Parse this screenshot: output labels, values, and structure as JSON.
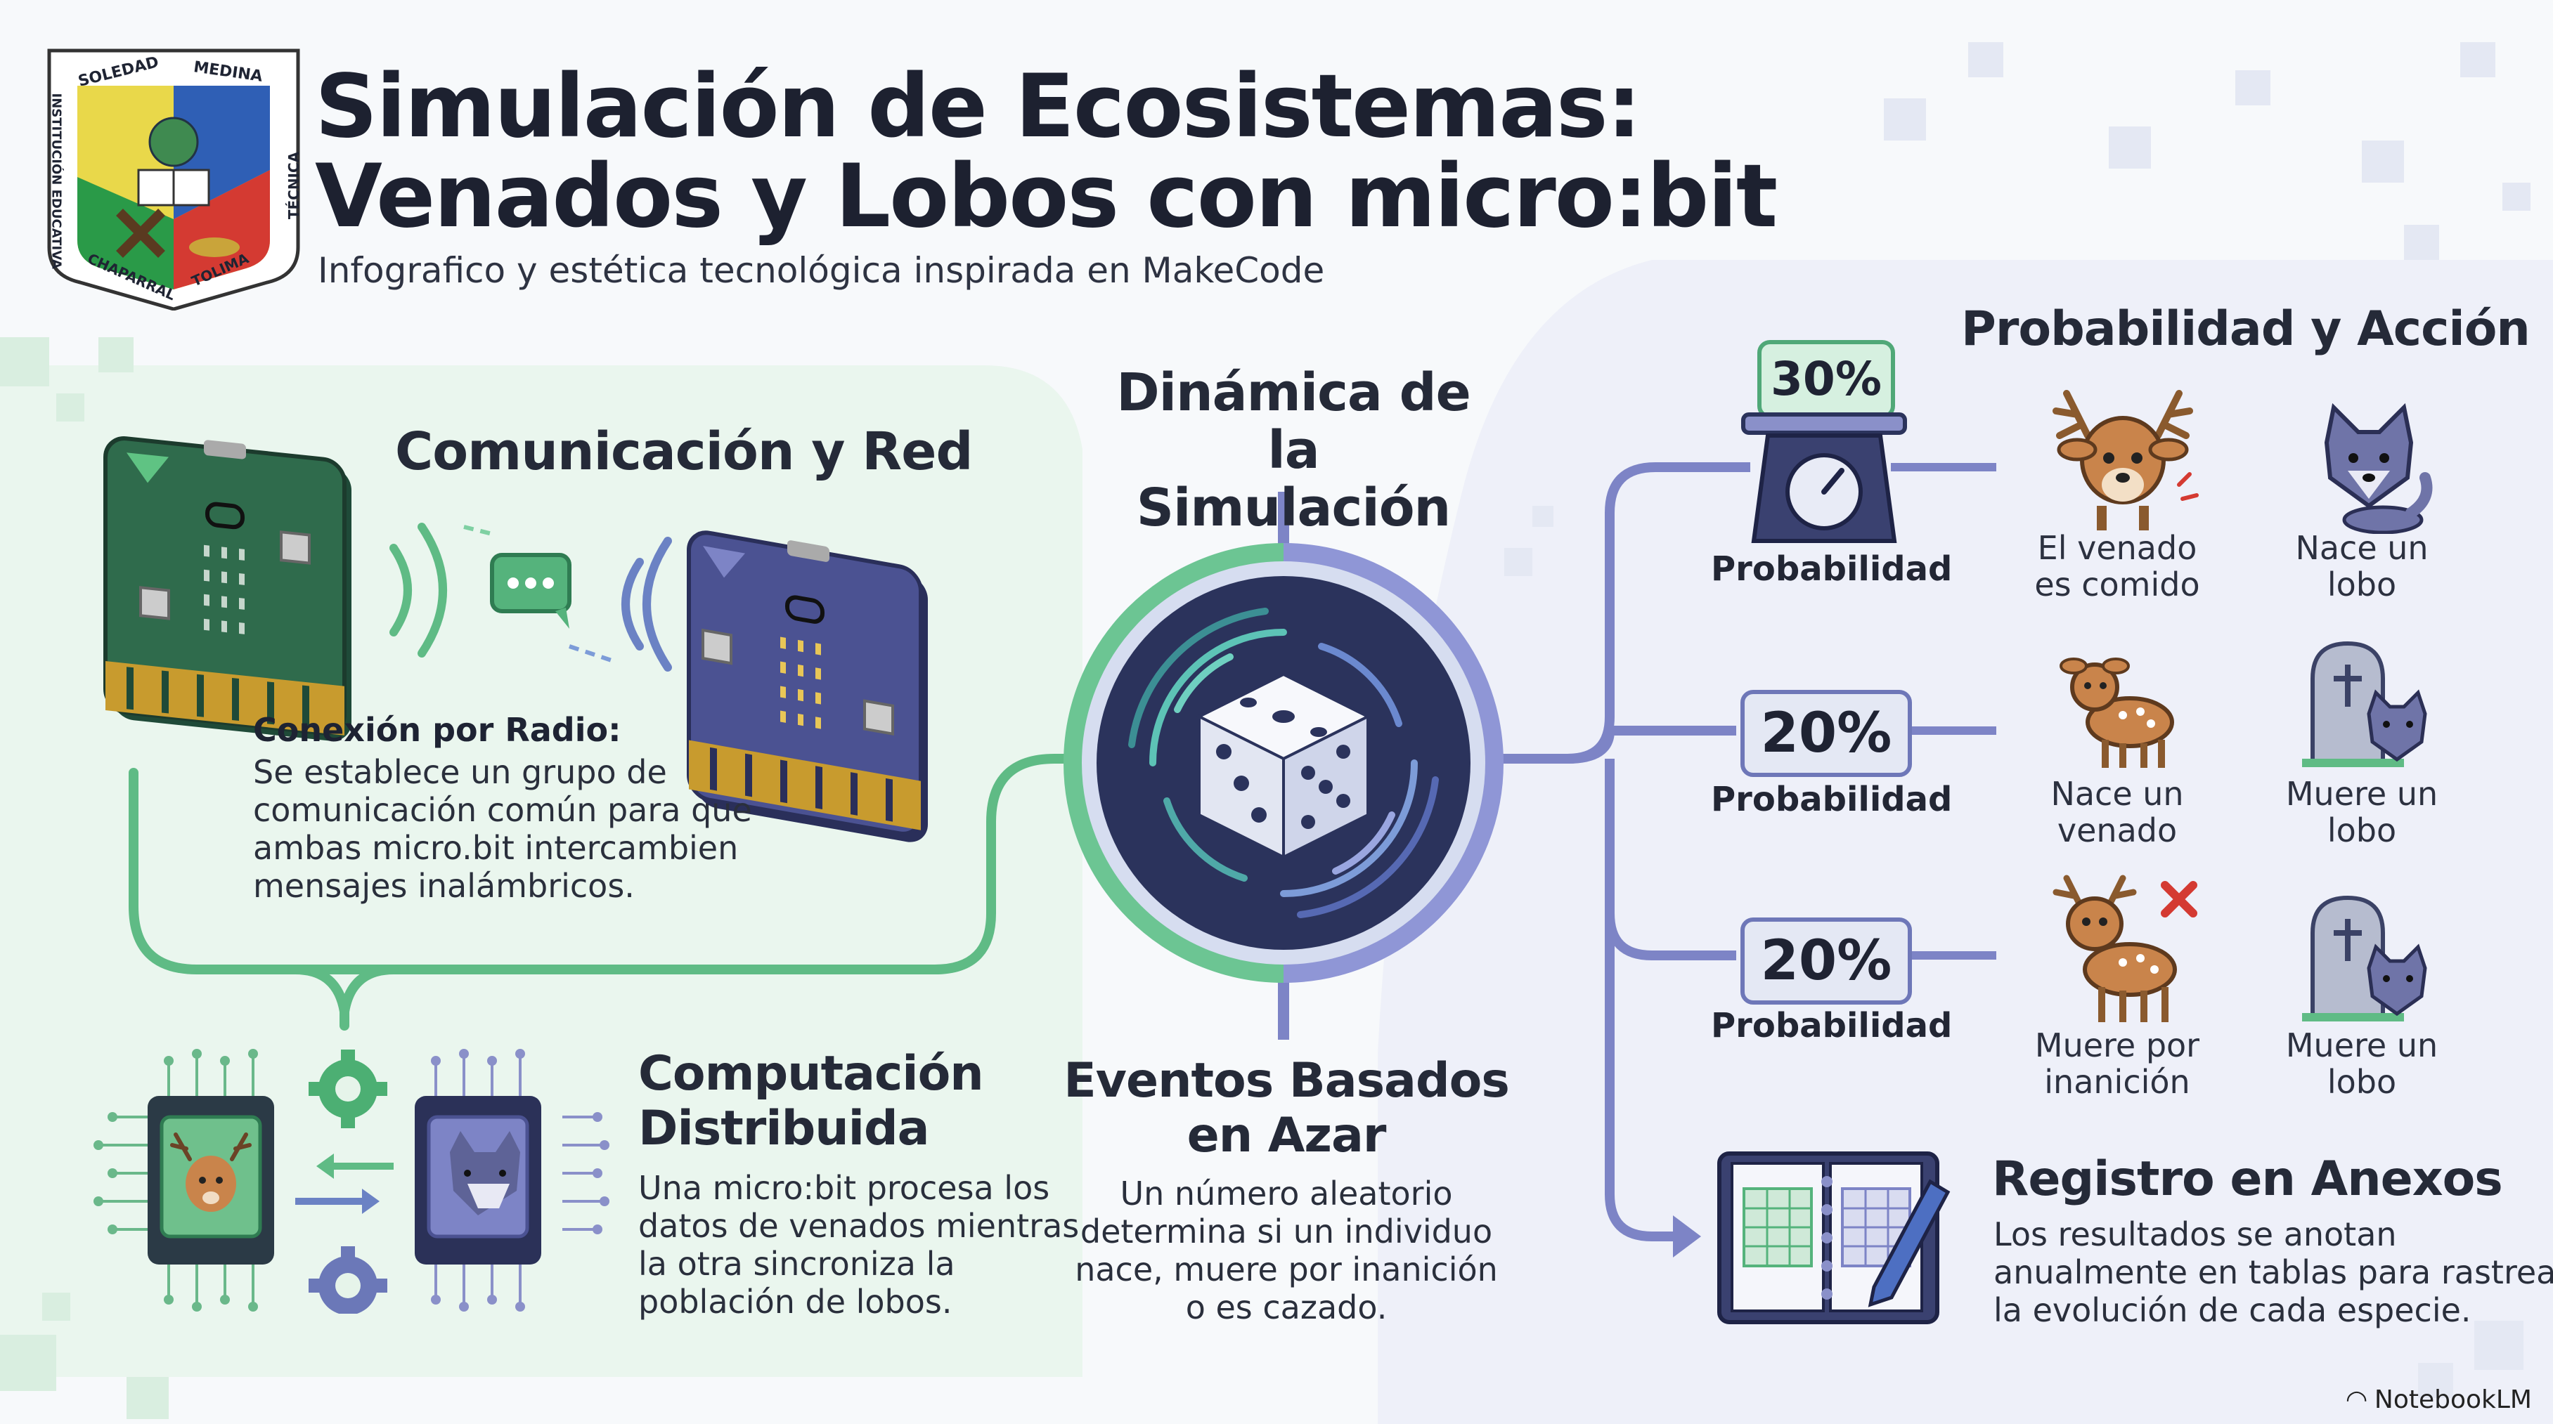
{
  "header": {
    "title_line1": "Simulación de Ecosistemas:",
    "title_line2": "Venados y Lobos con micro:bit",
    "subtitle": "Infografico y estética tecnológica inspirada en MakeCode"
  },
  "logo": {
    "top_left": "SOLEDAD",
    "top_right": "MEDINA",
    "left_side": "INSTITUCIÓN EDUCATIVA",
    "right_side": "TÉCNICA",
    "bottom_left": "CHAPARRAL",
    "bottom_right": "TOLIMA"
  },
  "communication": {
    "title": "Comunicación y Red",
    "subtitle": "Conexión por Radio:",
    "lines": [
      "Se establece un grupo de",
      "comunicación común para que",
      "ambas micro.bit intercambien",
      "mensajes inalámbricos."
    ]
  },
  "distributed": {
    "title_line1": "Computación",
    "title_line2": "Distribuida",
    "lines": [
      "Una micro:bit procesa los",
      "datos de venados mientras",
      "la otra sincroniza la",
      "población de lobos."
    ]
  },
  "dynamics": {
    "title_line1": "Dinámica de la",
    "title_line2": "Simulación"
  },
  "random_events": {
    "title_line1": "Eventos Basados",
    "title_line2": "en Azar",
    "lines": [
      "Un número aleatorio",
      "determina si un individuo",
      "nace, muere por inanición",
      "o es cazado."
    ]
  },
  "probability": {
    "title": "Probabilidad y Acción",
    "rows": [
      {
        "percent": "30%",
        "label": "Probabilidad",
        "deer_outcome": [
          "El venado",
          "es comido"
        ],
        "wolf_outcome": [
          "Nace un",
          "lobo"
        ]
      },
      {
        "percent": "20%",
        "label": "Probabilidad",
        "deer_outcome": [
          "Nace un",
          "venado"
        ],
        "wolf_outcome": [
          "Muere un",
          "lobo"
        ]
      },
      {
        "percent": "20%",
        "label": "Probabilidad",
        "deer_outcome": [
          "Muere por",
          "inanición"
        ],
        "wolf_outcome": [
          "Muere un",
          "lobo"
        ]
      }
    ]
  },
  "annexes": {
    "title": "Registro en Anexos",
    "lines": [
      "Los resultados se anotan",
      "anualmente en tablas para rastrear",
      "la evolución de cada especie."
    ]
  },
  "footer": {
    "brand": "NotebookLM"
  },
  "colors": {
    "green": "#55b37c",
    "purple": "#7d84c6",
    "navy": "#2b3460",
    "deer": "#c9844b",
    "wolf": "#6f74a8"
  },
  "icons": [
    "school-crest-icon",
    "microbit-green-icon",
    "microbit-purple-icon",
    "radio-waves-icon",
    "message-icon",
    "chip-deer-icon",
    "chip-wolf-icon",
    "gear-icon",
    "dice-icon",
    "scale-icon",
    "deer-icon",
    "fawn-icon",
    "wolf-icon",
    "tombstone-icon",
    "notebook-pen-icon",
    "notebooklm-logo-icon"
  ]
}
